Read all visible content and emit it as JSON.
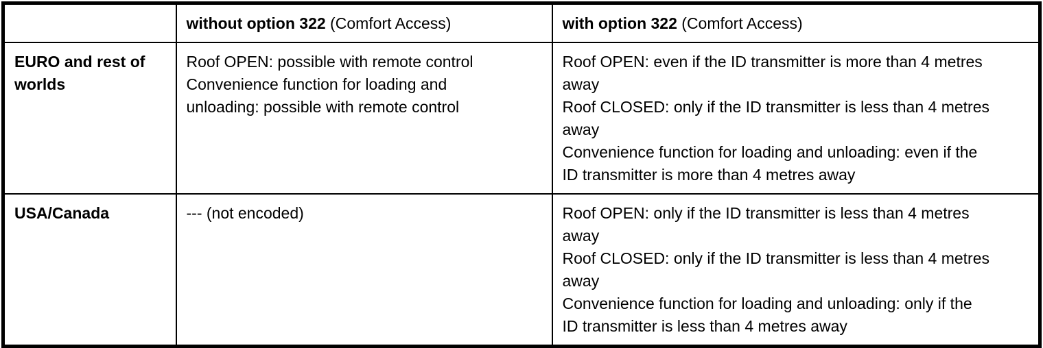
{
  "table": {
    "header": {
      "region_label": "",
      "without": {
        "bold": "without option 322",
        "rest": " (Comfort Access)"
      },
      "with": {
        "bold": "with option 322",
        "rest": " (Comfort Access)"
      }
    },
    "rows": [
      {
        "region": "EURO and rest of\nworlds",
        "without": "Roof OPEN: possible with remote control\nConvenience function for loading and\nunloading: possible with remote control",
        "with": "Roof OPEN: even if the ID transmitter is more than 4 metres\naway\nRoof CLOSED: only if the ID transmitter is less than 4 metres\naway\nConvenience function for loading and unloading: even if the\nID transmitter is more than 4 metres away"
      },
      {
        "region": "USA/Canada",
        "without": "--- (not encoded)",
        "with": "Roof OPEN: only if the ID transmitter is less than 4 metres\naway\nRoof CLOSED: only if the ID transmitter is less than 4 metres\naway\nConvenience function for loading and unloading: only if the\nID transmitter is less than 4 metres away"
      }
    ]
  },
  "colors": {
    "border": "#000000",
    "text": "#000000",
    "background": "#ffffff"
  }
}
